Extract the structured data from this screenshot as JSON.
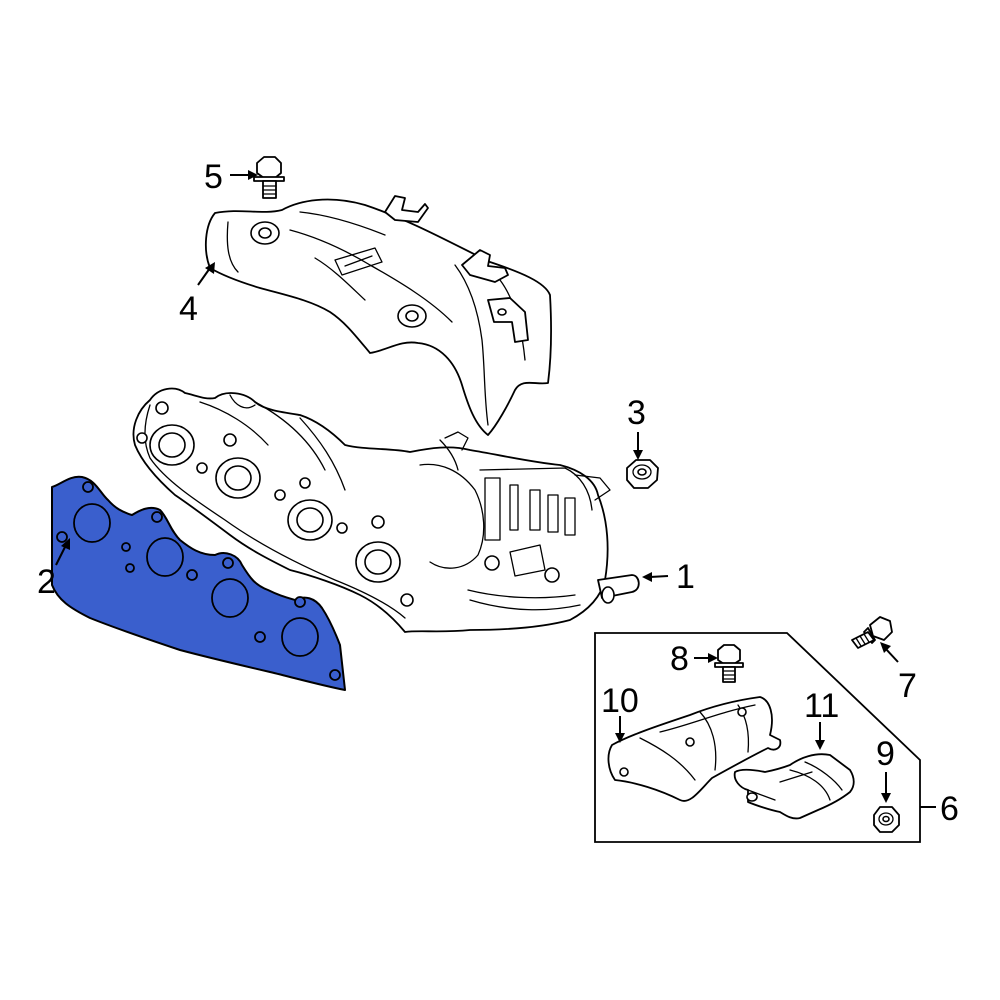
{
  "diagram": {
    "highlight_color": "#3a5fcd",
    "callouts": {
      "c1": "1",
      "c2": "2",
      "c3": "3",
      "c4": "4",
      "c5": "5",
      "c6": "6",
      "c7": "7",
      "c8": "8",
      "c9": "9",
      "c10": "10",
      "c11": "11"
    },
    "parts": [
      {
        "id": "1",
        "name": "exhaust-manifold-with-catalytic-converter"
      },
      {
        "id": "2",
        "name": "exhaust-manifold-gasket",
        "highlighted": true
      },
      {
        "id": "3",
        "name": "nut"
      },
      {
        "id": "4",
        "name": "upper-heat-shield"
      },
      {
        "id": "5",
        "name": "bolt"
      },
      {
        "id": "6",
        "name": "lower-heat-shield-kit"
      },
      {
        "id": "7",
        "name": "bolt"
      },
      {
        "id": "8",
        "name": "bolt"
      },
      {
        "id": "9",
        "name": "nut"
      },
      {
        "id": "10",
        "name": "heat-shield"
      },
      {
        "id": "11",
        "name": "heat-shield"
      }
    ]
  }
}
